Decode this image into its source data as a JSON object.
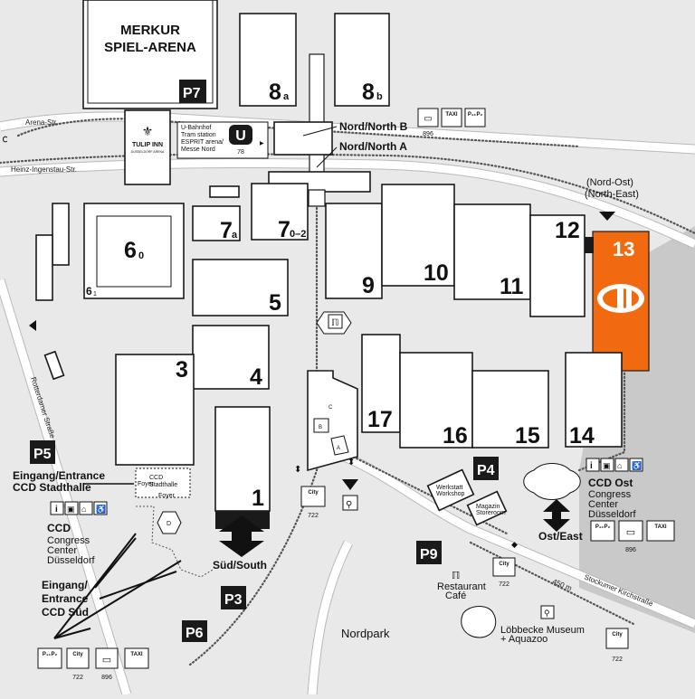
{
  "map": {
    "arena": {
      "line1": "MERKUR",
      "line2": "SPIEL-ARENA"
    },
    "halls": {
      "h1": "1",
      "h3": "3",
      "h4": "4",
      "h5": "5",
      "h6": "6",
      "h6_sub": "0",
      "h6_small": "6",
      "h6_small_sub": "1",
      "h7": "7",
      "h7_sub": "0–2",
      "h7a": "7",
      "h7a_sub": "a",
      "h8a": "8",
      "h8a_sub": "a",
      "h8b": "8",
      "h8b_sub": "b",
      "h9": "9",
      "h10": "10",
      "h11": "11",
      "h12": "12",
      "h13": "13",
      "h14": "14",
      "h15": "15",
      "h16": "16",
      "h17": "17"
    },
    "parking": {
      "p3": "P3",
      "p4": "P4",
      "p5": "P5",
      "p6": "P6",
      "p7": "P7",
      "p9": "P9"
    },
    "streets": {
      "arena_str": "Arena-Str.",
      "heinz": "Heinz-Ingenstau-Str.",
      "rotterdamer": "Rotterdamer Straße",
      "stockumer": "Stockumer Kirchstraße",
      "distance": "450 m"
    },
    "entrances": {
      "nord_b": "Nord/North B",
      "nord_a": "Nord/North A",
      "nordost_1": "(Nord-Ost)",
      "nordost_2": "(North-East)",
      "sued": "Süd/South",
      "ost": "Ost/East",
      "stadthalle_1": "Eingang/Entrance",
      "stadthalle_2": "CCD Stadthalle",
      "ccd_sued_1": "Eingang/",
      "ccd_sued_2": "Entrance",
      "ccd_sued_3": "CCD Süd"
    },
    "ccd": {
      "left_1": "CCD",
      "left_2": "Congress",
      "left_3": "Center",
      "left_4": "Düsseldorf",
      "ost_1": "CCD Ost",
      "ost_2": "Congress",
      "ost_3": "Center",
      "ost_4": "Düsseldorf",
      "stadthalle_1": "CCD",
      "stadthalle_2": "Stadthalle",
      "foyer1": "Foyer",
      "foyer2": "Foyer",
      "d": "D"
    },
    "tram": {
      "line1": "U-Bahnhof",
      "line2": "Tram station",
      "line3": "ESPRIT arena/",
      "line4": "Messe Nord",
      "num": "78"
    },
    "hotel": {
      "name": "TULIP INN",
      "tag": "DÜSSELDORF ARENA"
    },
    "places": {
      "nordpark": "Nordpark",
      "restaurant_1": "Restaurant",
      "restaurant_2": "Café",
      "museum_1": "Löbbecke Museum",
      "museum_2": "+ Aquazoo",
      "werkstatt_1": "Werkstatt",
      "werkstatt_2": "Workshop",
      "magazin_1": "Magazin",
      "magazin_2": "Storeroom",
      "c": "C",
      "b": "B",
      "a": "A"
    },
    "bus_numbers": {
      "n896": "896",
      "n722": "722"
    },
    "transport_labels": {
      "city": "City",
      "taxi": "TAXI",
      "p_and_r": "P₁₊P₂"
    },
    "colors": {
      "hall13": "#f26a10",
      "background": "#e9e9e9",
      "road": "#ffffff",
      "building": "#ffffff",
      "ink": "#1a1a1a"
    }
  }
}
